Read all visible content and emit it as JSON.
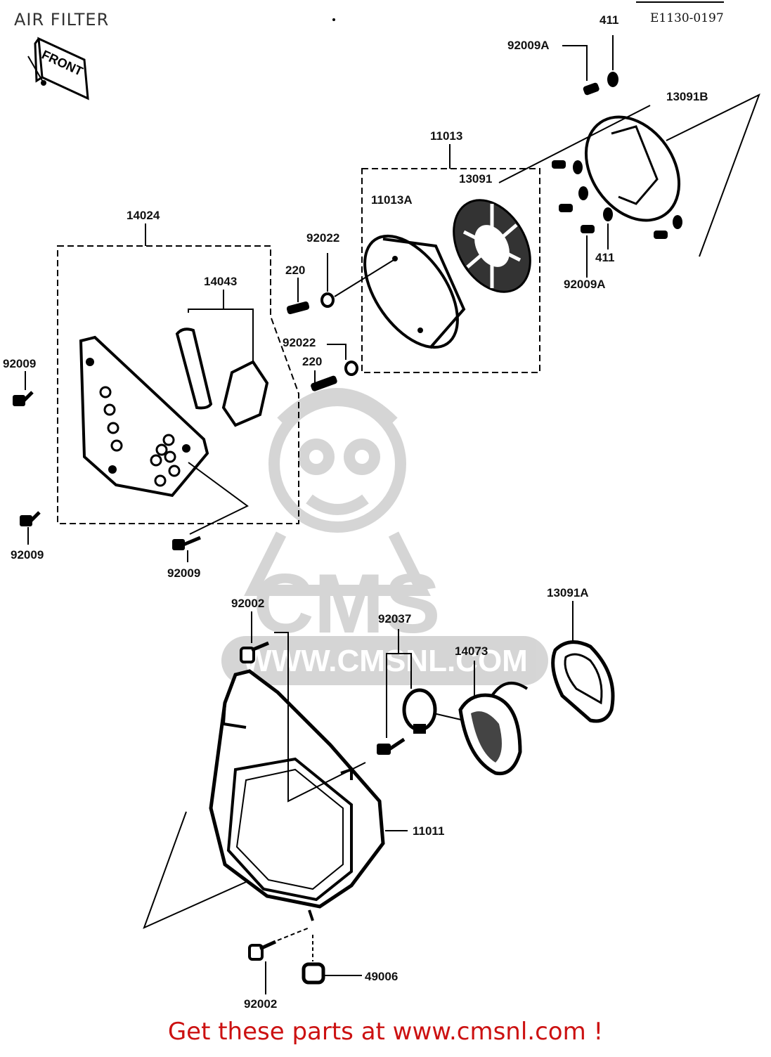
{
  "page": {
    "title": "AIR FILTER",
    "drawing_code": "E1130-0197",
    "footer": "Get these parts at www.cmsnl.com !"
  },
  "orientation_mark": "FRONT",
  "watermark": {
    "brand": "CMS",
    "site": "WWW.CMSNL.COM"
  },
  "parts": [
    {
      "id": "p411a",
      "label": "411"
    },
    {
      "id": "p92009Aa",
      "label": "92009A"
    },
    {
      "id": "p13091B",
      "label": "13091B"
    },
    {
      "id": "p11013",
      "label": "11013"
    },
    {
      "id": "p13091",
      "label": "13091"
    },
    {
      "id": "p11013A",
      "label": "11013A"
    },
    {
      "id": "p14024",
      "label": "14024"
    },
    {
      "id": "p92022a",
      "label": "92022"
    },
    {
      "id": "p220a",
      "label": "220"
    },
    {
      "id": "p14043",
      "label": "14043"
    },
    {
      "id": "p411b",
      "label": "411"
    },
    {
      "id": "p92009Ab",
      "label": "92009A"
    },
    {
      "id": "p92022b",
      "label": "92022"
    },
    {
      "id": "p220b",
      "label": "220"
    },
    {
      "id": "p92009a",
      "label": "92009"
    },
    {
      "id": "p92009b",
      "label": "92009"
    },
    {
      "id": "p92009c",
      "label": "92009"
    },
    {
      "id": "p13091A",
      "label": "13091A"
    },
    {
      "id": "p92002a",
      "label": "92002"
    },
    {
      "id": "p92037",
      "label": "92037"
    },
    {
      "id": "p14073",
      "label": "14073"
    },
    {
      "id": "p11011",
      "label": "11011"
    },
    {
      "id": "p49006",
      "label": "49006"
    },
    {
      "id": "p92002b",
      "label": "92002"
    }
  ]
}
